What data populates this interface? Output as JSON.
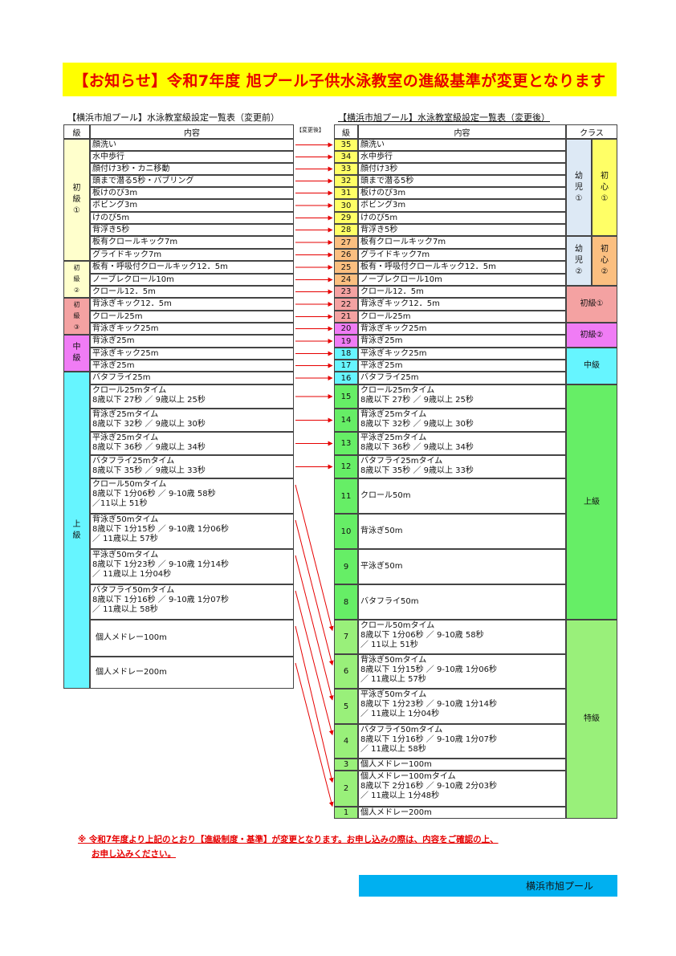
{
  "title": "【お知らせ】令和7年度 旭プール子供水泳教室の進級基準が変更となります",
  "left_caption": "【横浜市旭プール】水泳教室級設定一覧表（変更前）",
  "right_caption": "【横浜市旭プール】水泳教室級設定一覧表（変更後）",
  "change_label": "【変更後】",
  "headers": {
    "grade": "級",
    "content": "内容",
    "class": "クラス"
  },
  "colors": {
    "banner": "#ffff00",
    "title_text": "#e60000",
    "light_yellow": "#ffffcc",
    "orange": "#fbbf80",
    "salmon": "#f4a2a2",
    "pink": "#f07cf5",
    "cyan": "#66f5ff",
    "green": "#66ee66",
    "light_green": "#99f07a",
    "light_blue": "#dde9f5",
    "yellow": "#ffff66",
    "footer": "#00b0f0"
  },
  "left_groups": [
    {
      "label": "初\n級\n①",
      "color": "#ffffcc"
    },
    {
      "label": "初\n級\n②",
      "color": "#ffffcc"
    },
    {
      "label": "初\n級\n③",
      "color": "#f4a2a2"
    },
    {
      "label": "中\n級",
      "color": "#f07cf5"
    },
    {
      "label": "上\n級",
      "color": "#66f5ff"
    }
  ],
  "left_rows": [
    "顔洗い",
    "水中歩行",
    "顔付け3秒・カニ移動",
    "頭まで潜る5秒・バブリング",
    "板けのび3m",
    "ボビング3m",
    "けのび5m",
    "背浮き5秒",
    "板有クロールキック7m",
    "グライドキック7m",
    "板有・呼吸付クロールキック12．5m",
    "ノーブレクロール10m",
    "クロール12．5m",
    "背泳ぎキック12．5m",
    "クロール25m",
    "背泳ぎキック25m",
    "背泳ぎ25m",
    "平泳ぎキック25m",
    "平泳ぎ25m",
    "バタフライ25m",
    "クロール25mタイム\n8歳以下 27秒 ／ 9歳以上 25秒",
    "背泳ぎ25mタイム\n8歳以下 32秒 ／ 9歳以上 30秒",
    "平泳ぎ25mタイム\n8歳以下 36秒 ／ 9歳以上 34秒",
    "バタフライ25mタイム\n8歳以下 35秒 ／ 9歳以上 33秒",
    "クロール50mタイム\n8歳以下 1分06秒 ／ 9-10歳 58秒\n／11以上 51秒",
    "背泳ぎ50mタイム\n8歳以下 1分15秒 ／ 9-10歳 1分06秒\n／ 11歳以上 57秒",
    "平泳ぎ50mタイム\n8歳以下 1分23秒 ／ 9-10歳 1分14秒\n／ 11歳以上 1分04秒",
    "バタフライ50mタイム\n8歳以下 1分16秒 ／ 9-10歳 1分07秒\n／ 11歳以上 58秒",
    "個人メドレー100m",
    "個人メドレー200m"
  ],
  "right_rows": [
    {
      "num": "35",
      "text": "顔洗い"
    },
    {
      "num": "34",
      "text": "水中歩行"
    },
    {
      "num": "33",
      "text": "顔付け3秒"
    },
    {
      "num": "32",
      "text": "頭まで潜る5秒"
    },
    {
      "num": "31",
      "text": "板けのび3m"
    },
    {
      "num": "30",
      "text": "ボビング3m"
    },
    {
      "num": "29",
      "text": "けのび5m"
    },
    {
      "num": "28",
      "text": "背浮き5秒"
    },
    {
      "num": "27",
      "text": "板有クロールキック7m"
    },
    {
      "num": "26",
      "text": "グライドキック7m"
    },
    {
      "num": "25",
      "text": "板有・呼吸付クロールキック12．5m"
    },
    {
      "num": "24",
      "text": "ノーブレクロール10m"
    },
    {
      "num": "23",
      "text": "クロール12．5m"
    },
    {
      "num": "22",
      "text": "背泳ぎキック12．5m"
    },
    {
      "num": "21",
      "text": "クロール25m"
    },
    {
      "num": "20",
      "text": "背泳ぎキック25m"
    },
    {
      "num": "19",
      "text": "背泳ぎ25m"
    },
    {
      "num": "18",
      "text": "平泳ぎキック25m"
    },
    {
      "num": "17",
      "text": "平泳ぎ25m"
    },
    {
      "num": "16",
      "text": "バタフライ25m"
    },
    {
      "num": "15",
      "text": "クロール25mタイム\n8歳以下 27秒 ／ 9歳以上 25秒"
    },
    {
      "num": "14",
      "text": "背泳ぎ25mタイム\n8歳以下 32秒 ／ 9歳以上 30秒"
    },
    {
      "num": "13",
      "text": "平泳ぎ25mタイム\n8歳以下 36秒 ／ 9歳以上 34秒"
    },
    {
      "num": "12",
      "text": "バタフライ25mタイム\n8歳以下 35秒 ／ 9歳以上 33秒"
    },
    {
      "num": "11",
      "text": "クロール50m"
    },
    {
      "num": "10",
      "text": "背泳ぎ50m"
    },
    {
      "num": "9",
      "text": "平泳ぎ50m"
    },
    {
      "num": "8",
      "text": "バタフライ50m"
    },
    {
      "num": "7",
      "text": "クロール50mタイム\n8歳以下 1分06秒 ／ 9-10歳 58秒\n／ 11以上 51秒"
    },
    {
      "num": "6",
      "text": "背泳ぎ50mタイム\n8歳以下 1分15秒 ／ 9-10歳 1分06秒\n／ 11歳以上 57秒"
    },
    {
      "num": "5",
      "text": "平泳ぎ50mタイム\n8歳以下 1分23秒 ／ 9-10歳 1分14秒\n／ 11歳以上 1分04秒"
    },
    {
      "num": "4",
      "text": "バタフライ50mタイム\n8歳以下 1分16秒 ／ 9-10歳 1分07秒\n／ 11歳以上 58秒"
    },
    {
      "num": "3",
      "text": "個人メドレー100m"
    },
    {
      "num": "2",
      "text": "個人メドレー100mタイム\n8歳以下 2分16秒 ／ 9-10歳 2分03秒\n／ 11歳以上 1分48秒"
    },
    {
      "num": "1",
      "text": "個人メドレー200m"
    }
  ],
  "class_groups": [
    {
      "a": "幼\n児\n①",
      "b": "初\n心\n①"
    },
    {
      "a": "幼\n児\n②",
      "b": "初\n心\n②"
    },
    {
      "label": "初級①"
    },
    {
      "label": "初級②"
    },
    {
      "label": "中級"
    },
    {
      "label": "上級"
    },
    {
      "label": "特級"
    }
  ],
  "note_line1": "※ 令和7年度より上記のとおり【進級制度・基準】が変更となります。お申し込みの際は、内容をご確認の上、",
  "note_line2": "お申し込みください。",
  "footer": "横浜市旭プール"
}
